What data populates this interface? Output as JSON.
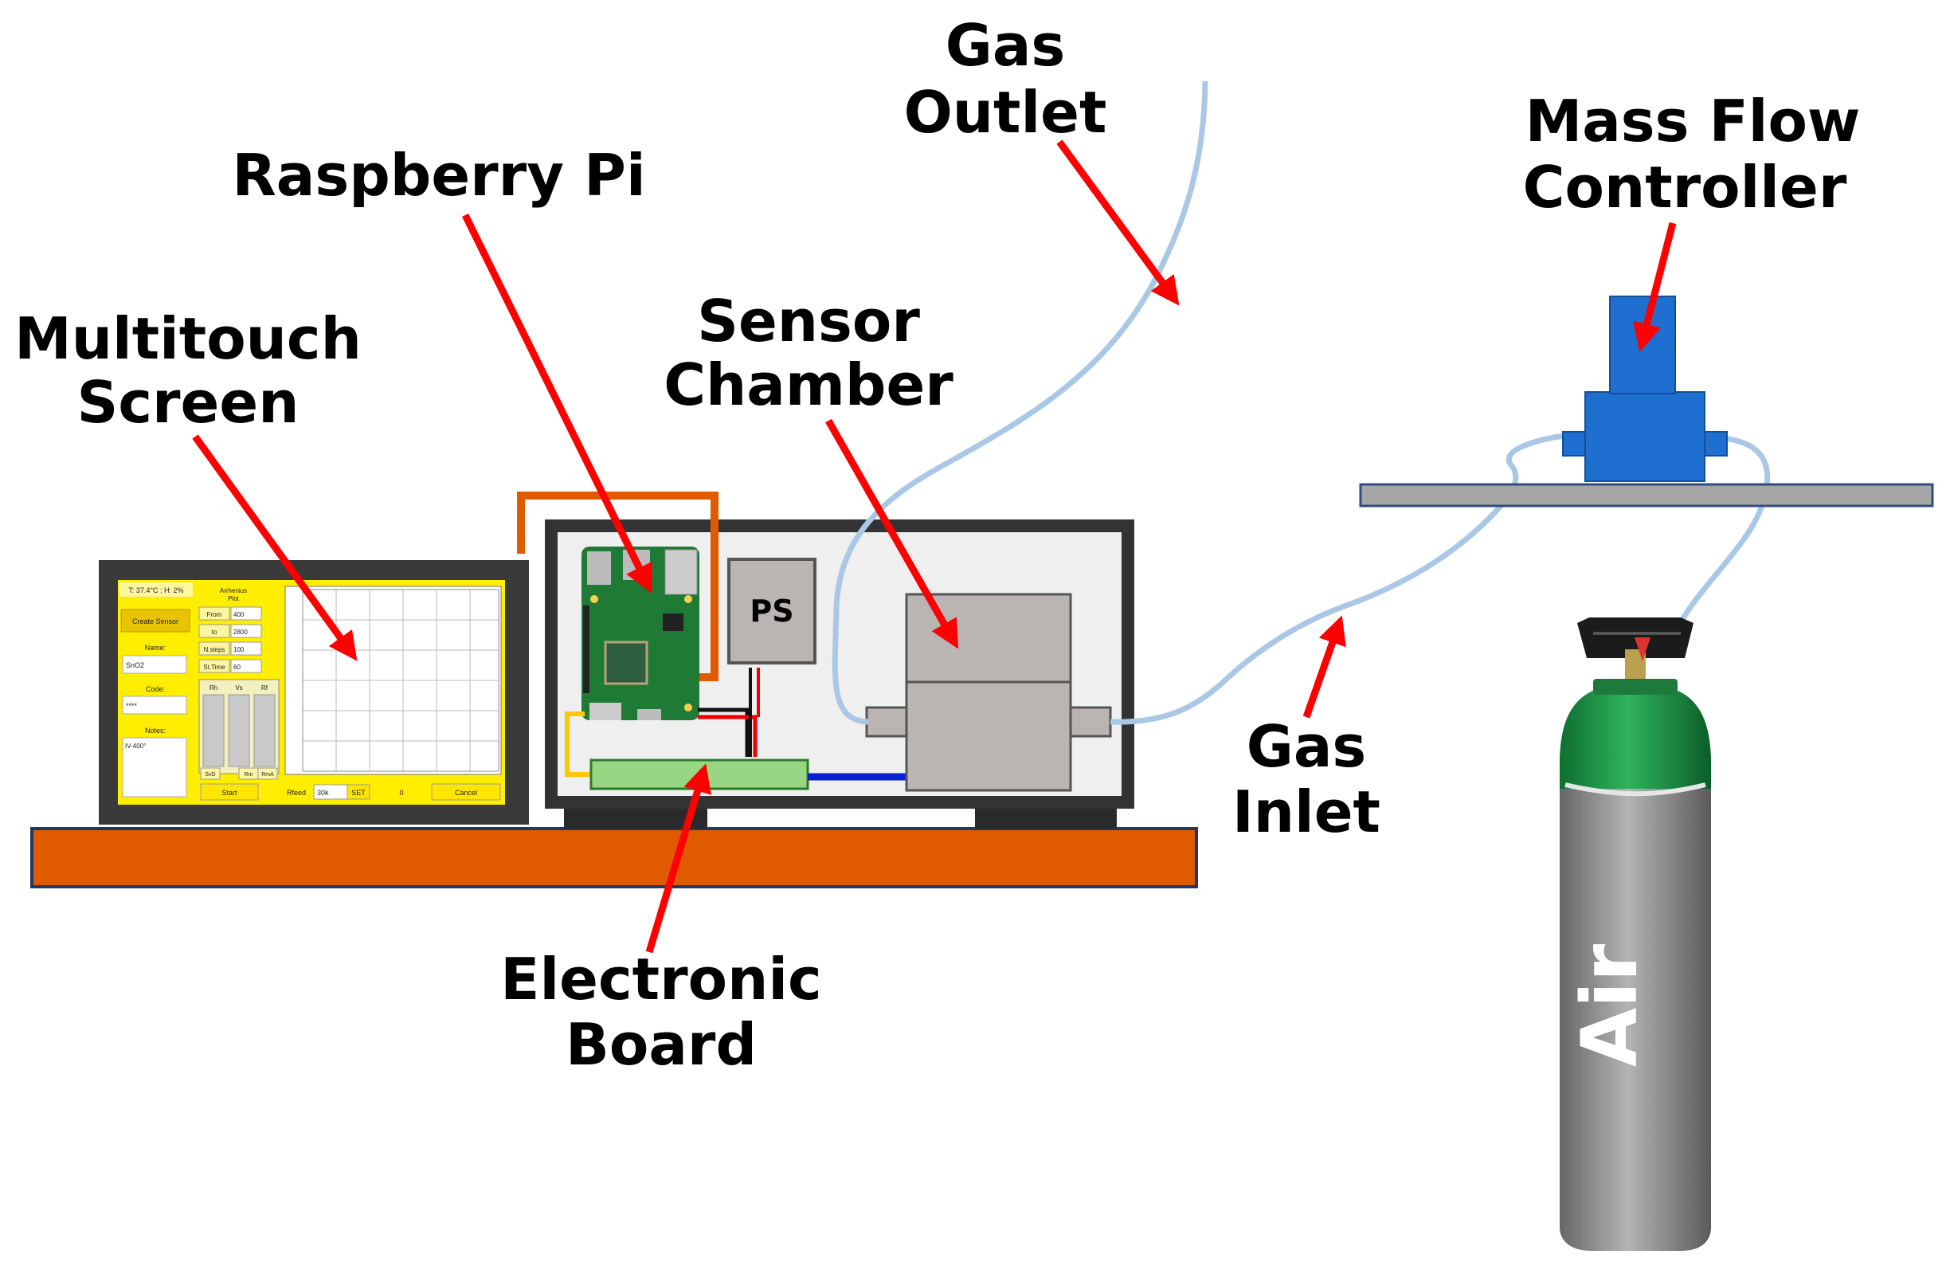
{
  "labels": {
    "gas_outlet": [
      "Gas",
      "Outlet"
    ],
    "raspberry_pi": "Raspberry Pi",
    "mass_flow_controller": [
      "Mass Flow",
      "Controller"
    ],
    "sensor_chamber": [
      "Sensor",
      "Chamber"
    ],
    "multitouch_screen": [
      "Multitouch",
      "Screen"
    ],
    "electronic_board": [
      "Electronic",
      "Board"
    ],
    "gas_inlet": [
      "Gas",
      "Inlet"
    ],
    "ps": "PS",
    "cylinder": "Air"
  },
  "screen_ui": {
    "status": "T: 37.4°C ; H: 2%",
    "create_sensor": "Create Sensor",
    "name_label": "Name:",
    "name_value": "SnO2",
    "code_label": "Code:",
    "code_value": "****",
    "notes_label": "Notes:",
    "notes_value": "IV-400°",
    "arrhenius_title": [
      "Arrhenius",
      "Plot"
    ],
    "params": [
      {
        "label": "From",
        "value": "400"
      },
      {
        "label": "to",
        "value": "2800"
      },
      {
        "label": "N.steps",
        "value": "100"
      },
      {
        "label": "St.Time",
        "value": "60"
      }
    ],
    "columns": [
      "Rh",
      "Vs",
      "Rf"
    ],
    "bottom_buttons": [
      "SvD",
      "Rm",
      "RmA"
    ],
    "start": "Start",
    "rfeed_label": "Rfeed",
    "rfeed_value": "30k",
    "set": "SET",
    "counter": "0",
    "cancel": "Cancel"
  },
  "colors": {
    "arrow": "#ff0000",
    "table": "#e05a00",
    "tube": "#aac8e6",
    "mfc": "#1f6fd1",
    "screen_yellow": "#ffee00",
    "board": "#99d683",
    "chamber": "#bab5b3",
    "cylinder_top": "#1a9c48",
    "cylinder_body": "#8c8c8c"
  }
}
